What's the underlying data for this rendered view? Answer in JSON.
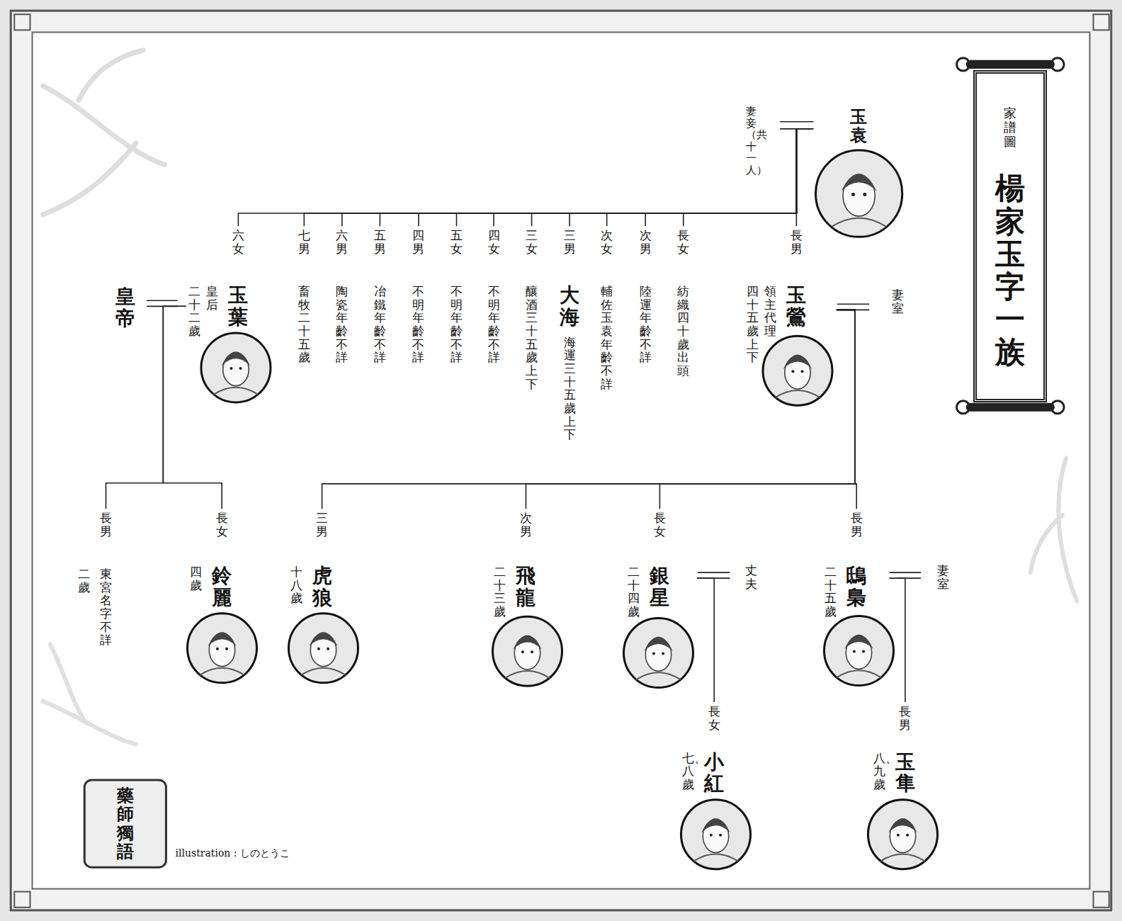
{
  "diagram": {
    "nodes": [
      {
        "text": [
          "家譜圖",
          "楊家 玉字一族"
        ]
      },
      {
        "text": [
          "玉袁"
        ]
      },
      {
        "text": [
          "長男",
          "玉鶯",
          "領主代理",
          "四十五歲上下"
        ]
      },
      {
        "text": [
          "長女",
          "紡織 四十歲出頭"
        ]
      },
      {
        "text": [
          "次男",
          "陸運 年齡不詳"
        ]
      },
      {
        "text": [
          "次女",
          "輔佐玉袁 年齡不詳"
        ]
      },
      {
        "text": [
          "三男",
          "大海",
          "海運 三十五歲上下"
        ]
      },
      {
        "text": [
          "三女",
          "釀酒 三十五歲上下"
        ]
      },
      {
        "text": [
          "四女",
          "不明 年齡不詳"
        ]
      },
      {
        "text": [
          "五女",
          "不明 年齡不詳"
        ]
      },
      {
        "text": [
          "四男",
          "不明 年齡不詳"
        ]
      },
      {
        "text": [
          "五男",
          "冶鐵 年齡不詳"
        ]
      },
      {
        "text": [
          "六男",
          "陶瓷 年齡不詳"
        ]
      },
      {
        "text": [
          "七男",
          "畜牧 二十五歲"
        ]
      },
      {
        "text": [
          "六女",
          "玉葉",
          "皇后",
          "二十二歲"
        ]
      },
      {
        "text": [
          "長男",
          "鴟梟",
          "二十五歲"
        ]
      },
      {
        "text": [
          "長女",
          "銀星",
          "二十四歲"
        ]
      },
      {
        "text": [
          "次男",
          "飛龍",
          "二十三歲"
        ]
      },
      {
        "text": [
          "三男",
          "虎狼",
          "十八歲"
        ]
      },
      {
        "text": [
          "長女",
          "鈴麗",
          "四歲"
        ]
      },
      {
        "text": [
          "長男",
          "東宮 名字不詳",
          "二歲"
        ]
      },
      {
        "text": [
          "長男",
          "玉隼",
          "八、九歲"
        ]
      },
      {
        "text": [
          "長女",
          "小紅",
          "七、八歲"
        ]
      }
    ],
    "edges": [
      {
        "from": 1,
        "to": 2,
        "arrow": "none"
      },
      {
        "from": 1,
        "to": 3,
        "arrow": "none"
      },
      {
        "from": 1,
        "to": 4,
        "arrow": "none"
      },
      {
        "from": 1,
        "to": 5,
        "arrow": "none"
      },
      {
        "from": 1,
        "to": 6,
        "arrow": "none"
      },
      {
        "from": 1,
        "to": 7,
        "arrow": "none"
      },
      {
        "from": 1,
        "to": 8,
        "arrow": "none"
      },
      {
        "from": 1,
        "to": 9,
        "arrow": "none"
      },
      {
        "from": 1,
        "to": 10,
        "arrow": "none"
      },
      {
        "from": 1,
        "to": 11,
        "arrow": "none"
      },
      {
        "from": 1,
        "to": 12,
        "arrow": "none"
      },
      {
        "from": 1,
        "to": 13,
        "arrow": "none"
      },
      {
        "from": 1,
        "to": 14,
        "arrow": "none"
      },
      {
        "from": 2,
        "to": 15,
        "arrow": "none"
      },
      {
        "from": 2,
        "to": 16,
        "arrow": "none"
      },
      {
        "from": 2,
        "to": 17,
        "arrow": "none"
      },
      {
        "from": 2,
        "to": 18,
        "arrow": "none"
      },
      {
        "from": 14,
        "to": 19,
        "arrow": "none"
      },
      {
        "from": 14,
        "to": 20,
        "arrow": "none"
      },
      {
        "from": 15,
        "to": 21,
        "arrow": "none"
      },
      {
        "from": 16,
        "to": 22,
        "arrow": "none"
      }
    ],
    "labels": [
      "妻妾（共十一人）",
      "妻室",
      "丈夫",
      "妻室",
      "皇帝",
      "藥師獨語",
      "illustration : しのとうこ"
    ]
  }
}
